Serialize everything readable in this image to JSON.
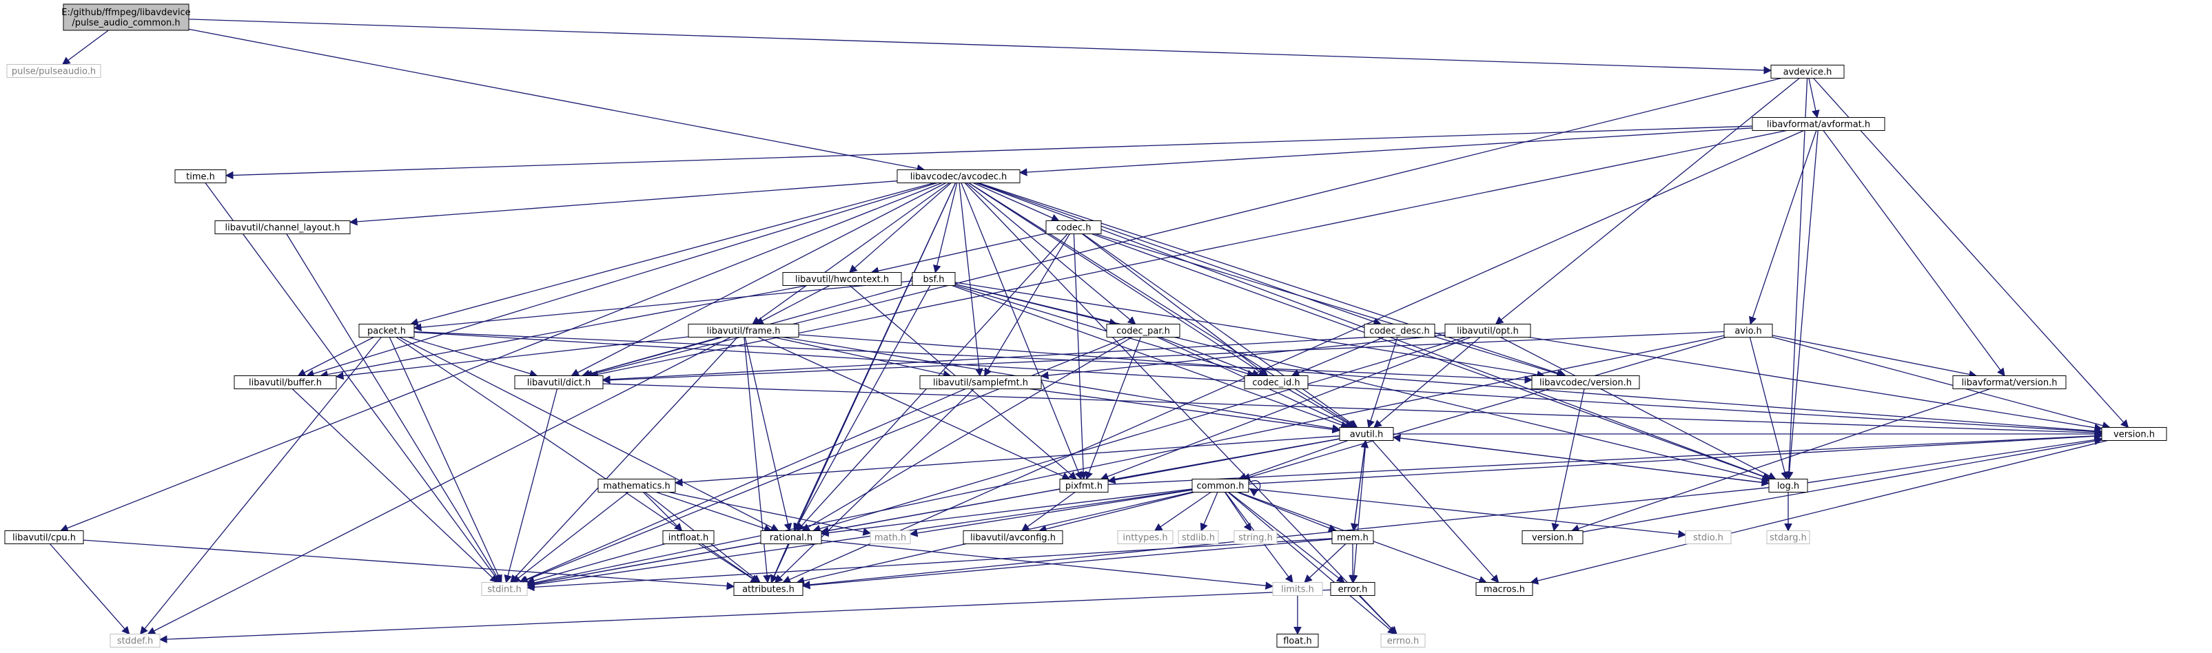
{
  "colors": {
    "edge": "#191970",
    "root_fill": "#bfbfbf",
    "node_border": "#000000",
    "ext_border": "#bfbfbf",
    "text": "#000000",
    "ext_text": "#7f7f7f"
  },
  "nodes": [
    {
      "id": "root",
      "lines": [
        "E:/github/ffmpeg/libavdevice",
        "/pulse_audio_common.h"
      ],
      "kind": "root"
    },
    {
      "id": "pulse",
      "lines": [
        "pulse/pulseaudio.h"
      ],
      "kind": "ext"
    },
    {
      "id": "avdevice",
      "lines": [
        "avdevice.h"
      ],
      "kind": "node"
    },
    {
      "id": "avformat",
      "lines": [
        "libavformat/avformat.h"
      ],
      "kind": "node"
    },
    {
      "id": "time",
      "lines": [
        "time.h"
      ],
      "kind": "node"
    },
    {
      "id": "avcodec",
      "lines": [
        "libavcodec/avcodec.h"
      ],
      "kind": "node"
    },
    {
      "id": "chlayout",
      "lines": [
        "libavutil/channel_layout.h"
      ],
      "kind": "node"
    },
    {
      "id": "codec",
      "lines": [
        "codec.h"
      ],
      "kind": "node"
    },
    {
      "id": "hwcontext",
      "lines": [
        "libavutil/hwcontext.h"
      ],
      "kind": "node"
    },
    {
      "id": "bsf",
      "lines": [
        "bsf.h"
      ],
      "kind": "node"
    },
    {
      "id": "packet",
      "lines": [
        "packet.h"
      ],
      "kind": "node"
    },
    {
      "id": "frame",
      "lines": [
        "libavutil/frame.h"
      ],
      "kind": "node"
    },
    {
      "id": "codecpar",
      "lines": [
        "codec_par.h"
      ],
      "kind": "node"
    },
    {
      "id": "codecdesc",
      "lines": [
        "codec_desc.h"
      ],
      "kind": "node"
    },
    {
      "id": "opt",
      "lines": [
        "libavutil/opt.h"
      ],
      "kind": "node"
    },
    {
      "id": "avio",
      "lines": [
        "avio.h"
      ],
      "kind": "node"
    },
    {
      "id": "buffer",
      "lines": [
        "libavutil/buffer.h"
      ],
      "kind": "node"
    },
    {
      "id": "dict",
      "lines": [
        "libavutil/dict.h"
      ],
      "kind": "node"
    },
    {
      "id": "samplefmt",
      "lines": [
        "libavutil/samplefmt.h"
      ],
      "kind": "node"
    },
    {
      "id": "codecid",
      "lines": [
        "codec_id.h"
      ],
      "kind": "node"
    },
    {
      "id": "avcversion",
      "lines": [
        "libavcodec/version.h"
      ],
      "kind": "node"
    },
    {
      "id": "avfversion",
      "lines": [
        "libavformat/version.h"
      ],
      "kind": "node"
    },
    {
      "id": "avutil",
      "lines": [
        "avutil.h"
      ],
      "kind": "node"
    },
    {
      "id": "versionh",
      "lines": [
        "version.h"
      ],
      "kind": "node"
    },
    {
      "id": "mathematics",
      "lines": [
        "mathematics.h"
      ],
      "kind": "node"
    },
    {
      "id": "pixfmt",
      "lines": [
        "pixfmt.h"
      ],
      "kind": "node"
    },
    {
      "id": "common",
      "lines": [
        "common.h"
      ],
      "kind": "node"
    },
    {
      "id": "log",
      "lines": [
        "log.h"
      ],
      "kind": "node"
    },
    {
      "id": "cpu",
      "lines": [
        "libavutil/cpu.h"
      ],
      "kind": "node"
    },
    {
      "id": "intfloat",
      "lines": [
        "intfloat.h"
      ],
      "kind": "node"
    },
    {
      "id": "rational",
      "lines": [
        "rational.h"
      ],
      "kind": "node"
    },
    {
      "id": "math",
      "lines": [
        "math.h"
      ],
      "kind": "ext"
    },
    {
      "id": "avconfig",
      "lines": [
        "libavutil/avconfig.h"
      ],
      "kind": "node"
    },
    {
      "id": "inttypes",
      "lines": [
        "inttypes.h"
      ],
      "kind": "ext"
    },
    {
      "id": "stdlib",
      "lines": [
        "stdlib.h"
      ],
      "kind": "ext"
    },
    {
      "id": "string",
      "lines": [
        "string.h"
      ],
      "kind": "ext"
    },
    {
      "id": "mem",
      "lines": [
        "mem.h"
      ],
      "kind": "node"
    },
    {
      "id": "version",
      "lines": [
        "version.h"
      ],
      "kind": "node"
    },
    {
      "id": "stdio",
      "lines": [
        "stdio.h"
      ],
      "kind": "ext"
    },
    {
      "id": "stdarg",
      "lines": [
        "stdarg.h"
      ],
      "kind": "ext"
    },
    {
      "id": "stdint",
      "lines": [
        "stdint.h"
      ],
      "kind": "ext"
    },
    {
      "id": "attributes",
      "lines": [
        "attributes.h"
      ],
      "kind": "node"
    },
    {
      "id": "limits",
      "lines": [
        "limits.h"
      ],
      "kind": "ext"
    },
    {
      "id": "error",
      "lines": [
        "error.h"
      ],
      "kind": "node"
    },
    {
      "id": "macros",
      "lines": [
        "macros.h"
      ],
      "kind": "node"
    },
    {
      "id": "stddef",
      "lines": [
        "stddef.h"
      ],
      "kind": "ext"
    },
    {
      "id": "float",
      "lines": [
        "float.h"
      ],
      "kind": "node"
    },
    {
      "id": "errno",
      "lines": [
        "errno.h"
      ],
      "kind": "ext"
    }
  ],
  "edges": [
    [
      "root",
      "pulse"
    ],
    [
      "root",
      "avdevice"
    ],
    [
      "root",
      "avcodec"
    ],
    [
      "avdevice",
      "avformat"
    ],
    [
      "avdevice",
      "versionh"
    ],
    [
      "avdevice",
      "dict"
    ],
    [
      "avdevice",
      "log"
    ],
    [
      "avdevice",
      "opt"
    ],
    [
      "avformat",
      "time"
    ],
    [
      "avformat",
      "avcodec"
    ],
    [
      "avformat",
      "avio"
    ],
    [
      "avformat",
      "log"
    ],
    [
      "avformat",
      "avfversion"
    ],
    [
      "avformat",
      "attributes"
    ],
    [
      "avformat",
      "dict"
    ],
    [
      "time",
      "stdint"
    ],
    [
      "avcodec",
      "chlayout"
    ],
    [
      "avcodec",
      "codec"
    ],
    [
      "avcodec",
      "hwcontext"
    ],
    [
      "avcodec",
      "bsf"
    ],
    [
      "avcodec",
      "packet"
    ],
    [
      "avcodec",
      "frame"
    ],
    [
      "avcodec",
      "codecpar"
    ],
    [
      "avcodec",
      "codecdesc"
    ],
    [
      "avcodec",
      "buffer"
    ],
    [
      "avcodec",
      "dict"
    ],
    [
      "avcodec",
      "samplefmt"
    ],
    [
      "avcodec",
      "codecid"
    ],
    [
      "avcodec",
      "avcversion"
    ],
    [
      "avcodec",
      "avutil"
    ],
    [
      "avcodec",
      "pixfmt"
    ],
    [
      "avcodec",
      "rational"
    ],
    [
      "avcodec",
      "attributes"
    ],
    [
      "avcodec",
      "log"
    ],
    [
      "avcodec",
      "cpu"
    ],
    [
      "avcodec",
      "errno"
    ],
    [
      "chlayout",
      "stdint"
    ],
    [
      "codec",
      "hwcontext"
    ],
    [
      "codec",
      "samplefmt"
    ],
    [
      "codec",
      "codecid"
    ],
    [
      "codec",
      "avcversion"
    ],
    [
      "codec",
      "avutil"
    ],
    [
      "codec",
      "pixfmt"
    ],
    [
      "codec",
      "rational"
    ],
    [
      "codec",
      "log"
    ],
    [
      "hwcontext",
      "buffer"
    ],
    [
      "hwcontext",
      "frame"
    ],
    [
      "hwcontext",
      "pixfmt"
    ],
    [
      "bsf",
      "codecpar"
    ],
    [
      "bsf",
      "codecid"
    ],
    [
      "bsf",
      "packet"
    ],
    [
      "bsf",
      "dict"
    ],
    [
      "bsf",
      "avutil"
    ],
    [
      "bsf",
      "log"
    ],
    [
      "bsf",
      "rational"
    ],
    [
      "bsf",
      "avcversion"
    ],
    [
      "packet",
      "buffer"
    ],
    [
      "packet",
      "dict"
    ],
    [
      "packet",
      "rational"
    ],
    [
      "packet",
      "attributes"
    ],
    [
      "packet",
      "stdint"
    ],
    [
      "packet",
      "stddef"
    ],
    [
      "packet",
      "avcversion"
    ],
    [
      "packet",
      "versionh"
    ],
    [
      "frame",
      "avutil"
    ],
    [
      "frame",
      "buffer"
    ],
    [
      "frame",
      "dict"
    ],
    [
      "frame",
      "rational"
    ],
    [
      "frame",
      "samplefmt"
    ],
    [
      "frame",
      "pixfmt"
    ],
    [
      "frame",
      "stdint"
    ],
    [
      "frame",
      "stddef"
    ],
    [
      "frame",
      "versionh"
    ],
    [
      "frame",
      "attributes"
    ],
    [
      "codecpar",
      "codecid"
    ],
    [
      "codecpar",
      "avutil"
    ],
    [
      "codecpar",
      "pixfmt"
    ],
    [
      "codecpar",
      "rational"
    ],
    [
      "codecpar",
      "stdint"
    ],
    [
      "codecdesc",
      "codecid"
    ],
    [
      "codecdesc",
      "avutil"
    ],
    [
      "opt",
      "dict"
    ],
    [
      "opt",
      "avutil"
    ],
    [
      "opt",
      "log"
    ],
    [
      "opt",
      "pixfmt"
    ],
    [
      "opt",
      "rational"
    ],
    [
      "opt",
      "samplefmt"
    ],
    [
      "opt",
      "versionh"
    ],
    [
      "avio",
      "dict"
    ],
    [
      "avio",
      "log"
    ],
    [
      "avio",
      "avfversion"
    ],
    [
      "avio",
      "common"
    ],
    [
      "avio",
      "versionh"
    ],
    [
      "avio",
      "stdint"
    ],
    [
      "buffer",
      "stdint"
    ],
    [
      "dict",
      "stdint"
    ],
    [
      "dict",
      "versionh"
    ],
    [
      "samplefmt",
      "avutil"
    ],
    [
      "samplefmt",
      "attributes"
    ],
    [
      "samplefmt",
      "stdint"
    ],
    [
      "codecid",
      "avutil"
    ],
    [
      "avcversion",
      "version"
    ],
    [
      "avfversion",
      "version"
    ],
    [
      "avutil",
      "common"
    ],
    [
      "avutil",
      "log"
    ],
    [
      "avutil",
      "mathematics"
    ],
    [
      "avutil",
      "pixfmt"
    ],
    [
      "avutil",
      "rational"
    ],
    [
      "avutil",
      "versionh"
    ],
    [
      "avutil",
      "error"
    ],
    [
      "avutil",
      "mem"
    ],
    [
      "avutil",
      "macros"
    ],
    [
      "avutil",
      "stdint"
    ],
    [
      "versionh",
      "macros"
    ],
    [
      "mathematics",
      "stdint"
    ],
    [
      "mathematics",
      "math"
    ],
    [
      "mathematics",
      "attributes"
    ],
    [
      "mathematics",
      "rational"
    ],
    [
      "mathematics",
      "intfloat"
    ],
    [
      "pixfmt",
      "avconfig"
    ],
    [
      "pixfmt",
      "versionh"
    ],
    [
      "common",
      "errno"
    ],
    [
      "common",
      "inttypes"
    ],
    [
      "common",
      "limits"
    ],
    [
      "common",
      "math"
    ],
    [
      "common",
      "stdint"
    ],
    [
      "common",
      "stdio"
    ],
    [
      "common",
      "stdlib"
    ],
    [
      "common",
      "string"
    ],
    [
      "common",
      "attributes"
    ],
    [
      "common",
      "macros"
    ],
    [
      "common",
      "versionh"
    ],
    [
      "common",
      "avconfig"
    ],
    [
      "common",
      "mem"
    ],
    [
      "common",
      "error"
    ],
    [
      "common",
      "common"
    ],
    [
      "common",
      "rational"
    ],
    [
      "log",
      "avutil"
    ],
    [
      "log",
      "attributes"
    ],
    [
      "log",
      "versionh"
    ],
    [
      "log",
      "stdarg"
    ],
    [
      "version",
      "versionh"
    ],
    [
      "cpu",
      "stddef"
    ],
    [
      "cpu",
      "attributes"
    ],
    [
      "intfloat",
      "stdint"
    ],
    [
      "intfloat",
      "attributes"
    ],
    [
      "rational",
      "stdint"
    ],
    [
      "rational",
      "limits"
    ],
    [
      "rational",
      "attributes"
    ],
    [
      "mem",
      "attributes"
    ],
    [
      "mem",
      "error"
    ],
    [
      "mem",
      "avutil"
    ],
    [
      "mem",
      "limits"
    ],
    [
      "mem",
      "stdint"
    ],
    [
      "limits",
      "float"
    ],
    [
      "error",
      "errno"
    ],
    [
      "error",
      "stddef"
    ]
  ]
}
